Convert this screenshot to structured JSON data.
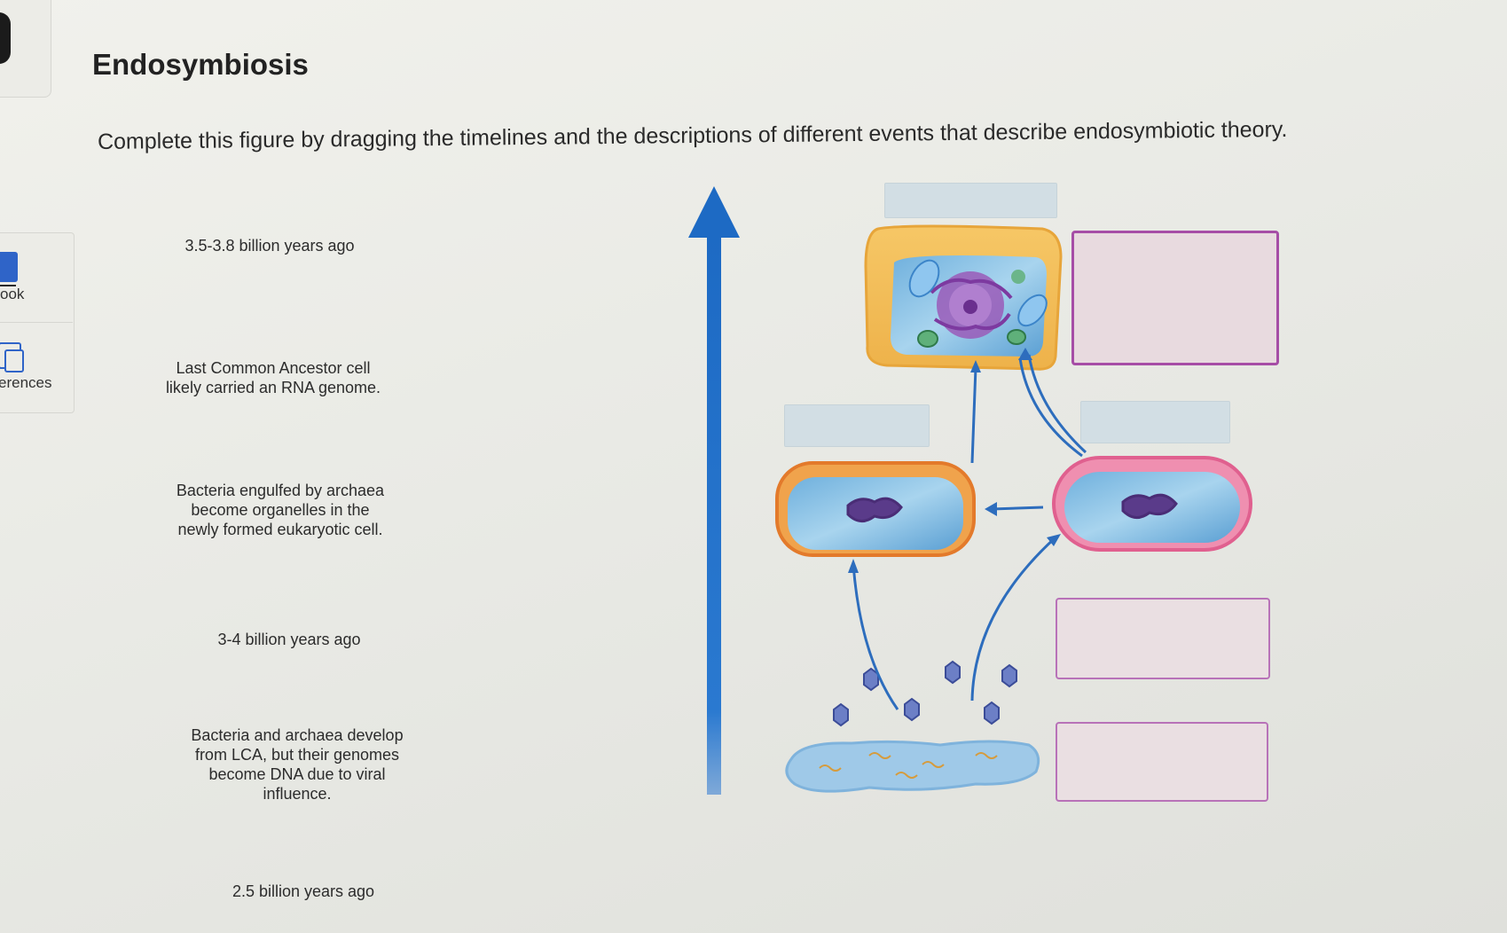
{
  "sidebar": {
    "items": [
      {
        "label": "ook",
        "icon": "book-icon"
      },
      {
        "label": "erences",
        "icon": "references-icon"
      }
    ]
  },
  "page": {
    "title": "Endosymbiosis",
    "instructions": "Complete this figure by dragging the timelines and the descriptions of different events that describe endosymbiotic theory."
  },
  "drag_items": [
    "3.5-3.8 billion years ago",
    "Last Common Ancestor cell\nlikely carried an RNA genome.",
    "Bacteria engulfed by archaea\nbecome organelles in the\nnewly formed eukaryotic cell.",
    "3-4 billion years ago",
    "Bacteria and archaea develop\nfrom LCA, but their genomes\nbecome DNA due to viral\ninfluence.",
    "2.5 billion years ago"
  ],
  "colors": {
    "timeline_arrow": "#1f6fc6",
    "drop_target_border": "#a64da6",
    "label_slot": "#d2dee4"
  }
}
